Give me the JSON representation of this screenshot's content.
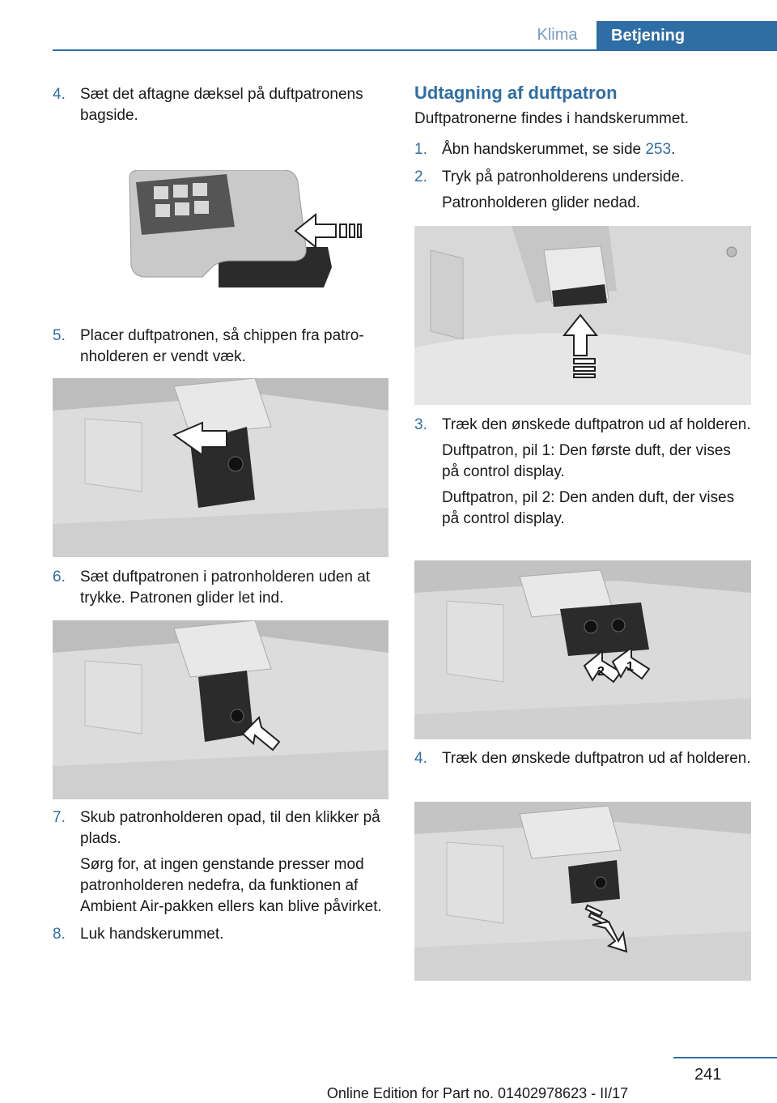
{
  "header": {
    "tab_klima": "Klima",
    "tab_betjening": "Betjening"
  },
  "left": {
    "step4": {
      "num": "4.",
      "text": "Sæt det aftagne dæksel på duftpatronens bagside."
    },
    "step5": {
      "num": "5.",
      "text": "Placer duftpatronen, så chippen fra patro­nholderen er vendt væk."
    },
    "step6": {
      "num": "6.",
      "text": "Sæt duftpatronen i patronholderen uden at trykke. Patronen glider let ind."
    },
    "step7": {
      "num": "7.",
      "text": "Skub patronholderen opad, til den klikker på plads.",
      "sub": "Sørg for, at ingen genstande presser mod patronholderen nedefra, da funktionen af Ambient Air-pakken ellers kan blive påvir­ket."
    },
    "step8": {
      "num": "8.",
      "text": "Luk handskerummet."
    }
  },
  "right": {
    "title": "Udtagning af duftpatron",
    "intro": "Duftpatronerne findes i handskerummet.",
    "step1": {
      "num": "1.",
      "text_before": "Åbn handskerummet, se side ",
      "page_link": "253",
      "text_after": "."
    },
    "step2": {
      "num": "2.",
      "text": "Tryk på patronholderens underside.",
      "sub": "Patronholderen glider nedad."
    },
    "step3": {
      "num": "3.",
      "text": "Træk den ønskede duftpatron ud af holde­ren.",
      "sub1": "Duftpatron, pil 1: Den første duft, der vises på control display.",
      "sub2": "Duftpatron, pil 2: Den anden duft, der vises på control display."
    },
    "step4": {
      "num": "4.",
      "text": "Træk den ønskede duftpatron ud af holde­ren."
    },
    "arrow_label_1": "1",
    "arrow_label_2": "2"
  },
  "footer": {
    "page_number": "241",
    "edition": "Online Edition for Part no. 01402978623 - II/17"
  },
  "colors": {
    "accent": "#2f6ea5",
    "text": "#1a1a1a"
  }
}
